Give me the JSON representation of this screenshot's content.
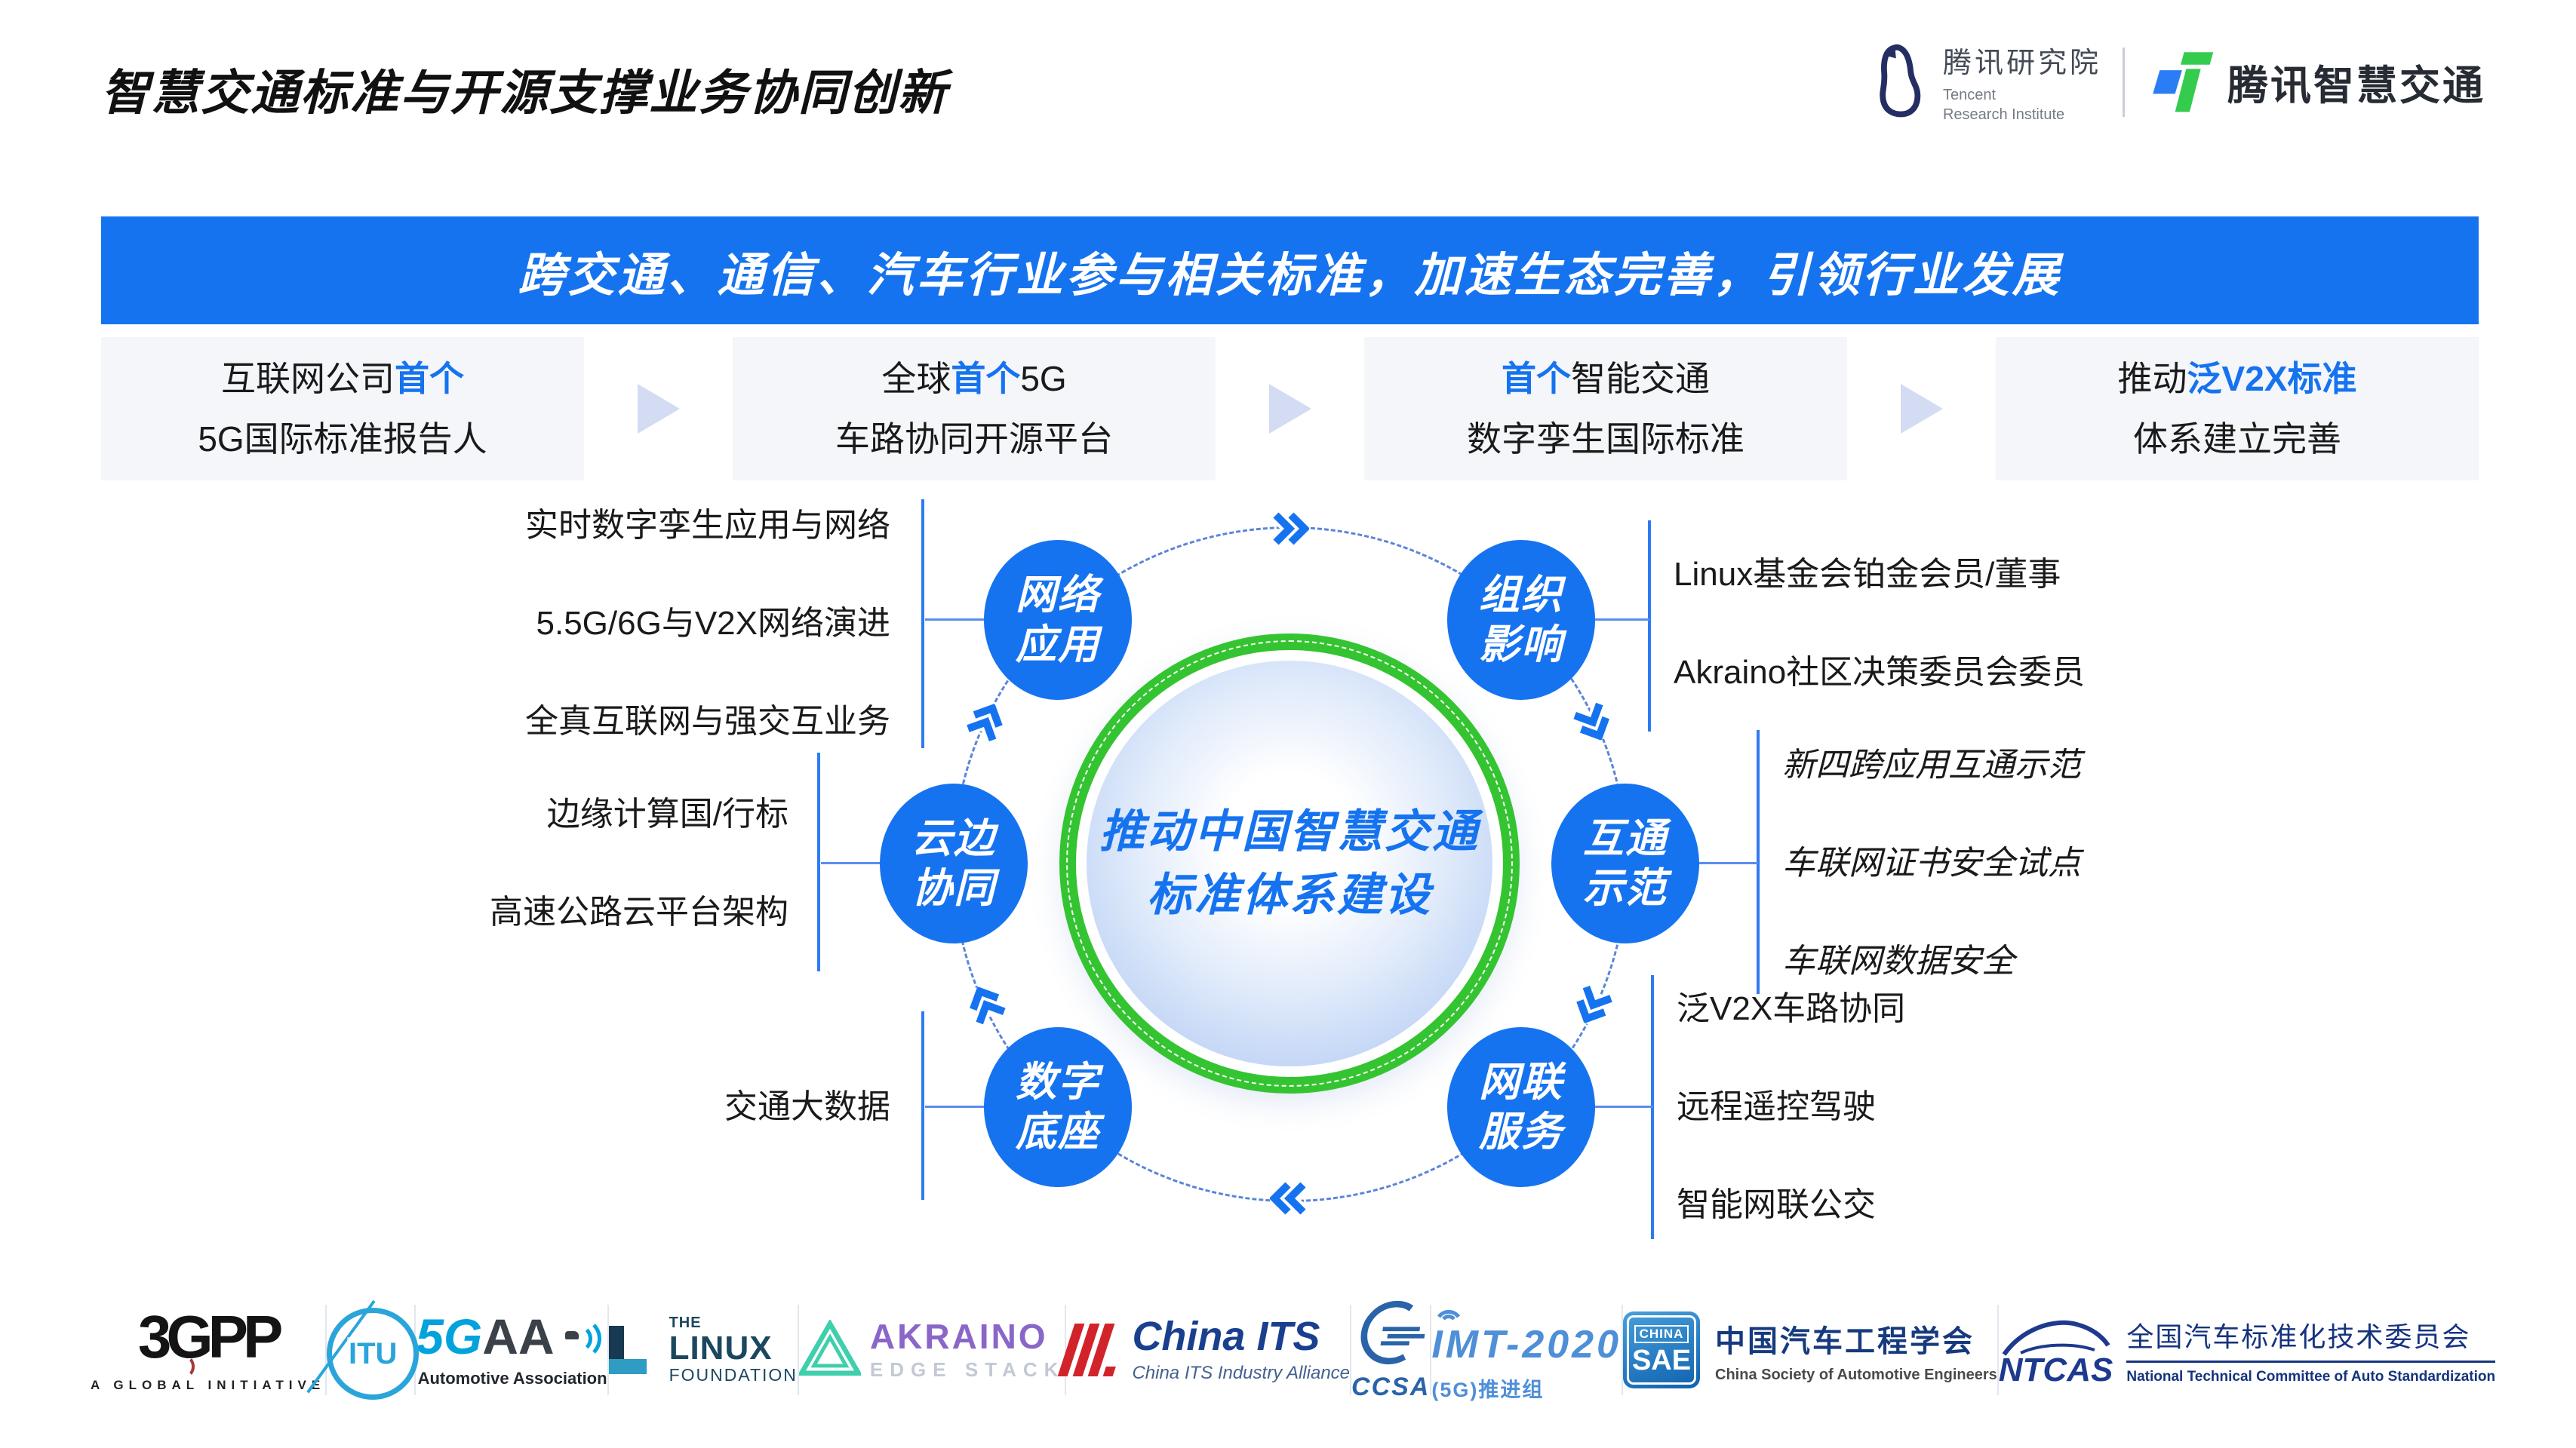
{
  "colors": {
    "accent_blue": "#1673F0",
    "green": "#35C431",
    "arrow_light_blue": "#D3DCF2",
    "box_gray": "#F4F6F9"
  },
  "page": {
    "title": "智慧交通标准与开源支撑业务协同创新"
  },
  "header": {
    "research_institute": {
      "cn": "腾讯研究院",
      "en_line1": "Tencent",
      "en_line2": "Research Institute"
    },
    "smart_transport": {
      "cn": "腾讯智慧交通"
    }
  },
  "banner": {
    "text": "跨交通、通信、汽车行业参与相关标准，加速生态完善，引领行业发展"
  },
  "milestones": [
    {
      "prefix": "互联网公司",
      "highlight": "首个",
      "suffix": "",
      "line2": "5G国际标准报告人"
    },
    {
      "prefix": "全球",
      "highlight": "首个",
      "suffix": "5G",
      "line2": "车路协同开源平台"
    },
    {
      "prefix": "",
      "highlight": "首个",
      "suffix": "智能交通",
      "line2": "数字孪生国际标准"
    },
    {
      "prefix": "推动",
      "highlight": "泛V2X标准",
      "suffix": "",
      "line2": "体系建立完善"
    }
  ],
  "center": {
    "line1": "推动中国智慧交通",
    "line2": "标准体系建设"
  },
  "nodes": [
    {
      "label_line1": "网络",
      "label_line2": "应用",
      "items": [
        "实时数字孪生应用与网络",
        "5.5G/6G与V2X网络演进",
        "全真互联网与强交互业务"
      ]
    },
    {
      "label_line1": "组织",
      "label_line2": "影响",
      "items": [
        "Linux基金会铂金会员/董事",
        "Akraino社区决策委员会委员"
      ]
    },
    {
      "label_line1": "云边",
      "label_line2": "协同",
      "items": [
        "边缘计算国/行标",
        "高速公路云平台架构"
      ]
    },
    {
      "label_line1": "互通",
      "label_line2": "示范",
      "items": [
        "新四跨应用互通示范",
        "车联网证书安全试点",
        "车联网数据安全"
      ]
    },
    {
      "label_line1": "数字",
      "label_line2": "底座",
      "items": [
        "交通大数据"
      ]
    },
    {
      "label_line1": "网联",
      "label_line2": "服务",
      "items": [
        "泛V2X车路协同",
        "远程遥控驾驶",
        "智能网联公交"
      ]
    }
  ],
  "footer": {
    "logos": [
      {
        "name": "3gpp",
        "text": "3GPP",
        "sub": "A GLOBAL INITIATIVE"
      },
      {
        "name": "itu",
        "text": "ITU"
      },
      {
        "name": "5gaa",
        "text_5g": "5G",
        "text_aa": "AA",
        "sub": "Automotive Association"
      },
      {
        "name": "linux-foundation",
        "line1": "THE",
        "line2": "LINUX",
        "line3": "FOUNDATION"
      },
      {
        "name": "akraino",
        "text": "AKRAINO",
        "sub": "EDGE STACK"
      },
      {
        "name": "china-its",
        "text": "China ITS",
        "sub": "China ITS Industry Alliance"
      },
      {
        "name": "ccsa",
        "text": "CCSA"
      },
      {
        "name": "imt-2020",
        "text": "IMT-2020",
        "sub": "(5G)推进组"
      },
      {
        "name": "china-sae",
        "badge_line1": "CHINA",
        "badge_line2": "SAE",
        "cn": "中国汽车工程学会",
        "en": "China Society of Automotive Engineers"
      },
      {
        "name": "ntcas",
        "text": "NTCAS",
        "cn": "全国汽车标准化技术委员会",
        "en": "National Technical Committee of Auto Standardization"
      }
    ]
  }
}
